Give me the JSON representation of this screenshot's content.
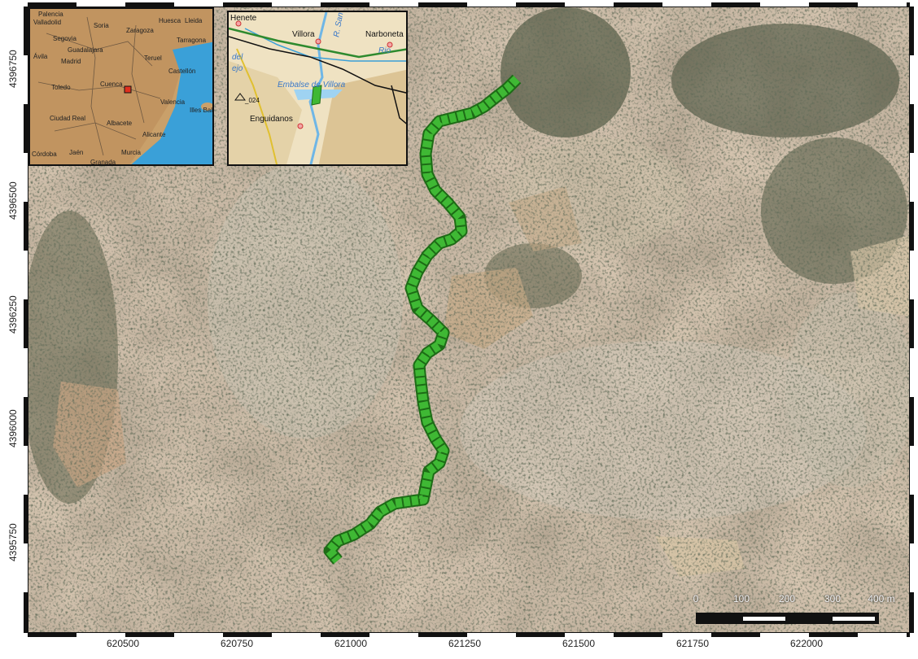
{
  "map": {
    "x_ticks": [
      "620500",
      "620750",
      "621000",
      "621250",
      "621500",
      "621750",
      "622000"
    ],
    "y_ticks": [
      "4396750",
      "4396500",
      "4396250",
      "4396000",
      "4395750"
    ],
    "scalebar": {
      "labels": [
        "0",
        "100",
        "200",
        "300",
        "400 m"
      ]
    }
  },
  "inset_overview": {
    "places": [
      "Palencia",
      "Valladolid",
      "Soria",
      "Huesca",
      "Lleida",
      "Zaragoza",
      "Segovia",
      "Tarragona",
      "Ávila",
      "Guadalajara",
      "Madrid",
      "Teruel",
      "Castellón",
      "Toledo",
      "Cuenca",
      "Valencia",
      "Illes Bal.",
      "Ciudad Real",
      "Albacete",
      "Alicante",
      "Córdoba",
      "Jaén",
      "Murcia",
      "Granada"
    ]
  },
  "inset_local": {
    "places": [
      "Henete",
      "Villora",
      "Narboneta",
      "Enguidanos",
      "Embalse de Villora",
      "_024"
    ],
    "rivers": [
      "R. San",
      "Rio"
    ],
    "fragments": [
      "del",
      "ejo"
    ]
  },
  "colors": {
    "path": "#3fb834",
    "path_edge": "#1d6b16",
    "frame": "#111111"
  }
}
